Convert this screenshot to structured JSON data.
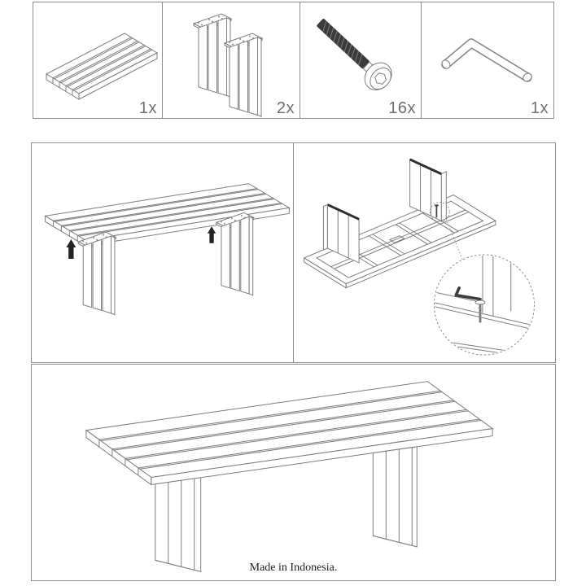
{
  "sheet": {
    "background": "#ffffff",
    "frame_color": "#8e8e8e",
    "line_color": "#7d7d7d",
    "accent_dark": "#2f2f2f",
    "qty_text_color": "#6f6f6f"
  },
  "parts_list": {
    "items": [
      {
        "part": "slatted-tabletop-panel",
        "quantity": "1x"
      },
      {
        "part": "leg-panel-with-mounting-plate",
        "quantity": "2x"
      },
      {
        "part": "countersunk-hex-bolt",
        "quantity": "16x"
      },
      {
        "part": "allen-key",
        "quantity": "1x"
      }
    ]
  },
  "steps": [
    {
      "id": 1,
      "description": "attach-leg-panels-upward-to-tabletop-underside"
    },
    {
      "id": 2,
      "description": "tighten-bolts-with-allen-key-on-inverted-tabletop-detail-callout"
    }
  ],
  "result": {
    "description": "assembled-slatted-table"
  },
  "footer": {
    "origin_text": "Made in Indonesia."
  }
}
